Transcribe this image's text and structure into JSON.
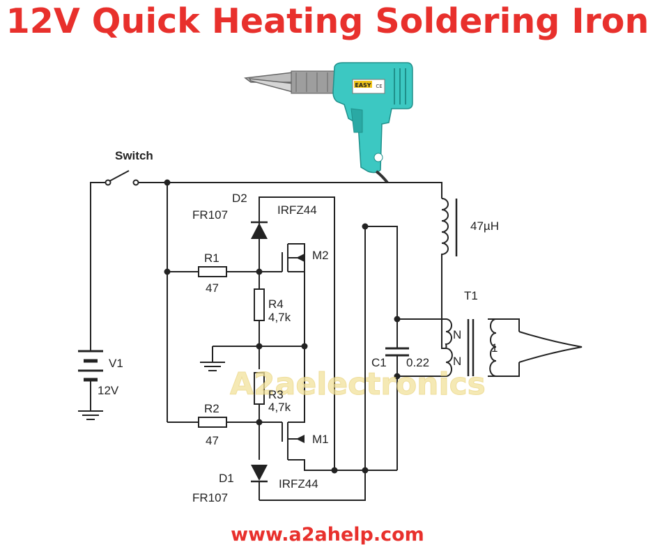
{
  "title": "12V Quick Heating Soldering Iron",
  "footer": "www.a2ahelp.com",
  "watermark": "A2aelectronics",
  "product_brand": "EASY",
  "product_mark": "CE",
  "labels": {
    "switch": "Switch",
    "d2": "D2",
    "d2_part": "FR107",
    "m2_part": "IRFZ44",
    "m2": "M2",
    "inductor": "47µH",
    "r1": "R1",
    "r1_value": "47",
    "r4": "R4",
    "r4_value": "4,7k",
    "t1": "T1",
    "v1": "V1",
    "v1_value": "12V",
    "c1": "C1",
    "c1_value": "0.22",
    "r3": "R3",
    "r3_value": "4,7k",
    "r2": "R2",
    "r2_value": "47",
    "m1": "M1",
    "d1": "D1",
    "m1_part": "IRFZ44",
    "d1_part": "FR107",
    "t1_pin_n1": "N",
    "t1_pin_n2": "N",
    "t1_pin_1": "1"
  },
  "colors": {
    "title": "#e8302c",
    "wire": "#222222",
    "gun_body": "#3cc8c2",
    "brand_badge": "#f0c419",
    "watermark": "#f2e29b"
  }
}
